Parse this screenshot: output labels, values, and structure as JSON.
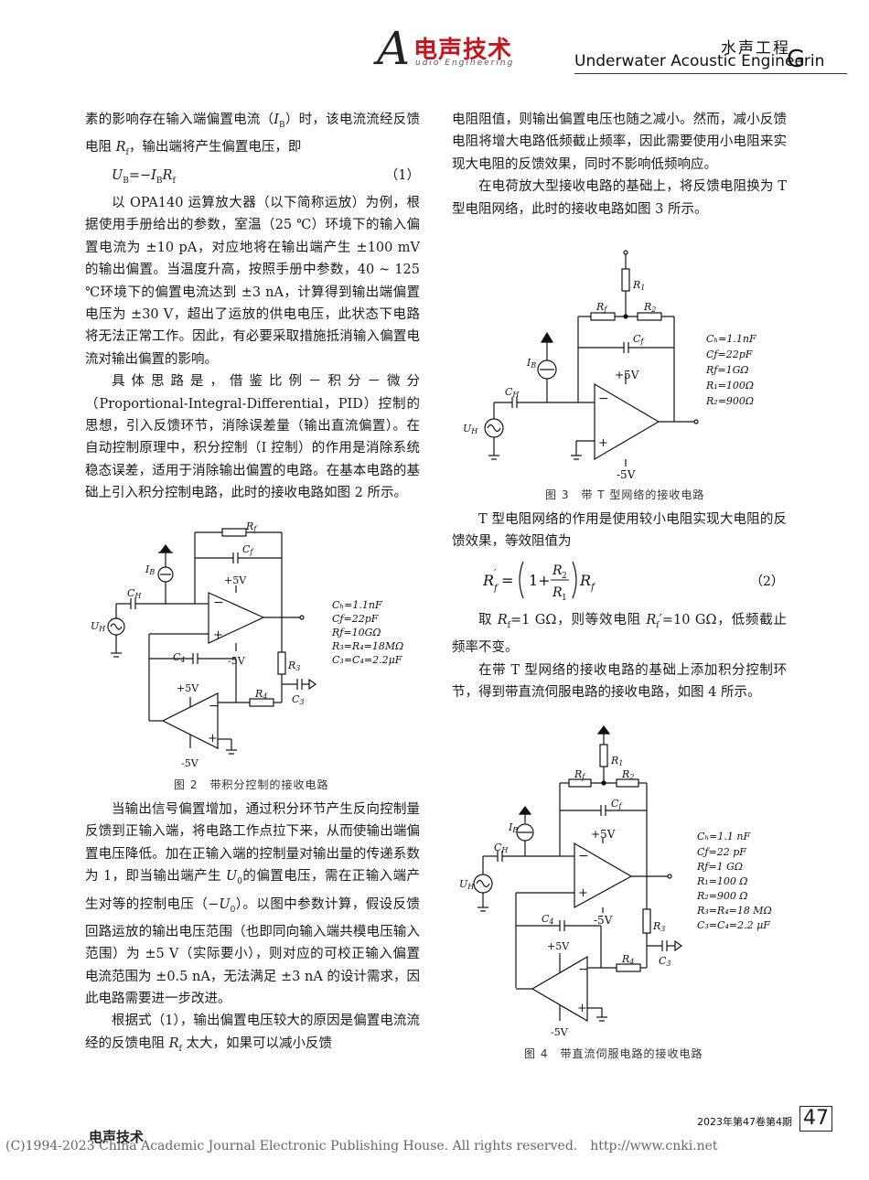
{
  "header": {
    "logo_letter": "A",
    "logo_cn": "电声技术",
    "logo_en": "udio Engineering",
    "section_cn": "水声工程",
    "section_en": "Underwater Acoustic Engineerin",
    "section_tail": "G"
  },
  "left": {
    "p1_a": "素的影响存在输入端偏置电流（",
    "p1_ib": "I",
    "p1_ib_sub": "B",
    "p1_b": "）时，该电流流经反馈电阻 ",
    "p1_rf": "R",
    "p1_rf_sub": "f",
    "p1_c": "，输出端将产生偏置电压，即",
    "eq1": "U",
    "eq1_sub": "B",
    "eq1_mid": "=−I",
    "eq1_mid_sub": "B",
    "eq1_end": "R",
    "eq1_end_sub": "f",
    "eq1_num": "（1）",
    "p2": "以 OPA140 运算放大器（以下简称运放）为例，根据使用手册给出的参数，室温（25 ℃）环境下的输入偏置电流为 ±10 pA，对应地将在输出端产生 ±100 mV 的输出偏置。当温度升高，按照手册中参数，40 ~ 125 ℃环境下的偏置电流达到 ±3 nA，计算得到输出端偏置电压为 ±30 V，超出了运放的供电电压，此状态下电路将无法正常工作。因此，有必要采取措施抵消输入偏置电流对输出偏置的影响。",
    "p3": "具体思路是，借鉴比例－积分－微分（Proportional-Integral-Differential，PID）控制的思想，引入反馈环节，消除误差量（输出直流偏置）。在自动控制原理中，积分控制（I 控制）的作用是消除系统稳态误差，适用于消除输出偏置的电路。在基本电路的基础上引入积分控制电路，此时的接收电路如图 2 所示。",
    "fig2_caption": "图 2　带积分控制的接收电路",
    "p4_a": "当输出信号偏置增加，通过积分环节产生反向控制量反馈到正输入端，将电路工作点拉下来，从而使输出端偏置电压降低。加在正输入端的控制量对输出量的传递系数为 1，即当输出端产生 ",
    "p4_u0": "U",
    "p4_u0_sub": "0",
    "p4_b": "的偏置电压，需在正输入端产生对等的控制电压（−",
    "p4_c": "）。以图中参数计算，假设反馈回路运放的输出电压范围（也即同向输入端共模电压输入范围）为 ±5 V（实际要小），则对应的可校正输入偏置电流范围为 ±0.5 nA，无法满足 ±3 nA 的设计需求，因此电路需要进一步改进。",
    "p5_a": "根据式（1），输出偏置电压较大的原因是偏置电流流经的反馈电阻 ",
    "p5_b": " 太大，如果可以减小反馈"
  },
  "right": {
    "p1": "电阻阻值，则输出偏置电压也随之减小。然而，减小反馈电阻将增大电路低频截止频率，因此需要使用小电阻来实现大电阻的反馈效果，同时不影响低频响应。",
    "p2": "在电荷放大型接收电路的基础上，将反馈电阻换为 T 型电阻网络，此时的接收电路如图 3 所示。",
    "fig3_caption": "图 3　带 T 型网络的接收电路",
    "p3": "T 型电阻网络的作用是使用较小电阻实现大电阻的反馈效果，等效阻值为",
    "eq2_num": "（2）",
    "p4_a": "取 ",
    "p4_b": "=1 GΩ，则等效电阻 ",
    "p4_c": "′=10 GΩ，低频截止频率不变。",
    "p5": "在带 T 型网络的接收电路的基础上添加积分控制环节，得到带直流伺服电路的接收电路，如图 4 所示。",
    "fig4_caption": "图 4　带直流伺服电路的接收电路"
  },
  "fig2": {
    "labels": {
      "rf": "R",
      "rf_sub": "f",
      "cf": "C",
      "cf_sub": "f",
      "ib": "I",
      "ib_sub": "B",
      "ch": "C",
      "ch_sub": "H",
      "uh": "U",
      "uh_sub": "H",
      "vp": "+5V",
      "vn": "-5V",
      "c4": "C",
      "c4_sub": "4",
      "r3": "R",
      "r3_sub": "3",
      "r4": "R",
      "r4_sub": "4",
      "c3": "C",
      "c3_sub": "3",
      "vp2": "+5V",
      "vn2": "-5V",
      "minus": "−",
      "plus": "+"
    },
    "params": [
      "Cₕ=1.1nF",
      "Cƒ=22pF",
      "Rƒ=10GΩ",
      "R₃=R₄=18MΩ",
      "C₃=C₄=2.2μF"
    ]
  },
  "fig3": {
    "labels": {
      "r1": "R",
      "r1_sub": "1",
      "rf": "R",
      "rf_sub": "f",
      "r2": "R",
      "r2_sub": "2",
      "cf": "C",
      "cf_sub": "f",
      "ib": "I",
      "ib_sub": "B",
      "ch": "C",
      "ch_sub": "H",
      "uh": "U",
      "uh_sub": "H",
      "vp": "+5V",
      "vn": "-5V",
      "minus": "−",
      "plus": "+"
    },
    "params": [
      "Cₕ=1.1nF",
      "Cƒ=22pF",
      "Rƒ=1GΩ",
      "R₁=100Ω",
      "R₂=900Ω"
    ]
  },
  "fig4": {
    "labels": {
      "r1": "R",
      "r1_sub": "1",
      "rf": "R",
      "rf_sub": "f",
      "r2": "R",
      "r2_sub": "2",
      "cf": "C",
      "cf_sub": "f",
      "ib": "I",
      "ib_sub": "B",
      "ch": "C",
      "ch_sub": "H",
      "uh": "U",
      "uh_sub": "H",
      "vp": "+5V",
      "vn": "-5V",
      "c4": "C",
      "c4_sub": "4",
      "r3": "R",
      "r3_sub": "3",
      "r4": "R",
      "r4_sub": "4",
      "c3": "C",
      "c3_sub": "3",
      "vp2": "+5V",
      "vn2": "-5V",
      "minus": "−",
      "plus": "+"
    },
    "params": [
      "Cₕ=1.1 nF",
      "Cƒ=22 pF",
      "Rƒ=1 GΩ",
      "R₁=100 Ω",
      "R₂=900 Ω",
      "R₃=R₄=18 MΩ",
      "C₃=C₄=2.2 μF"
    ]
  },
  "footer": {
    "journal": "电声技术",
    "issue": "2023年第47卷第4期",
    "page": "47",
    "copyright": "(C)1994-2023 China Academic Journal Electronic Publishing House. All rights reserved.　http://www.cnki.net"
  }
}
